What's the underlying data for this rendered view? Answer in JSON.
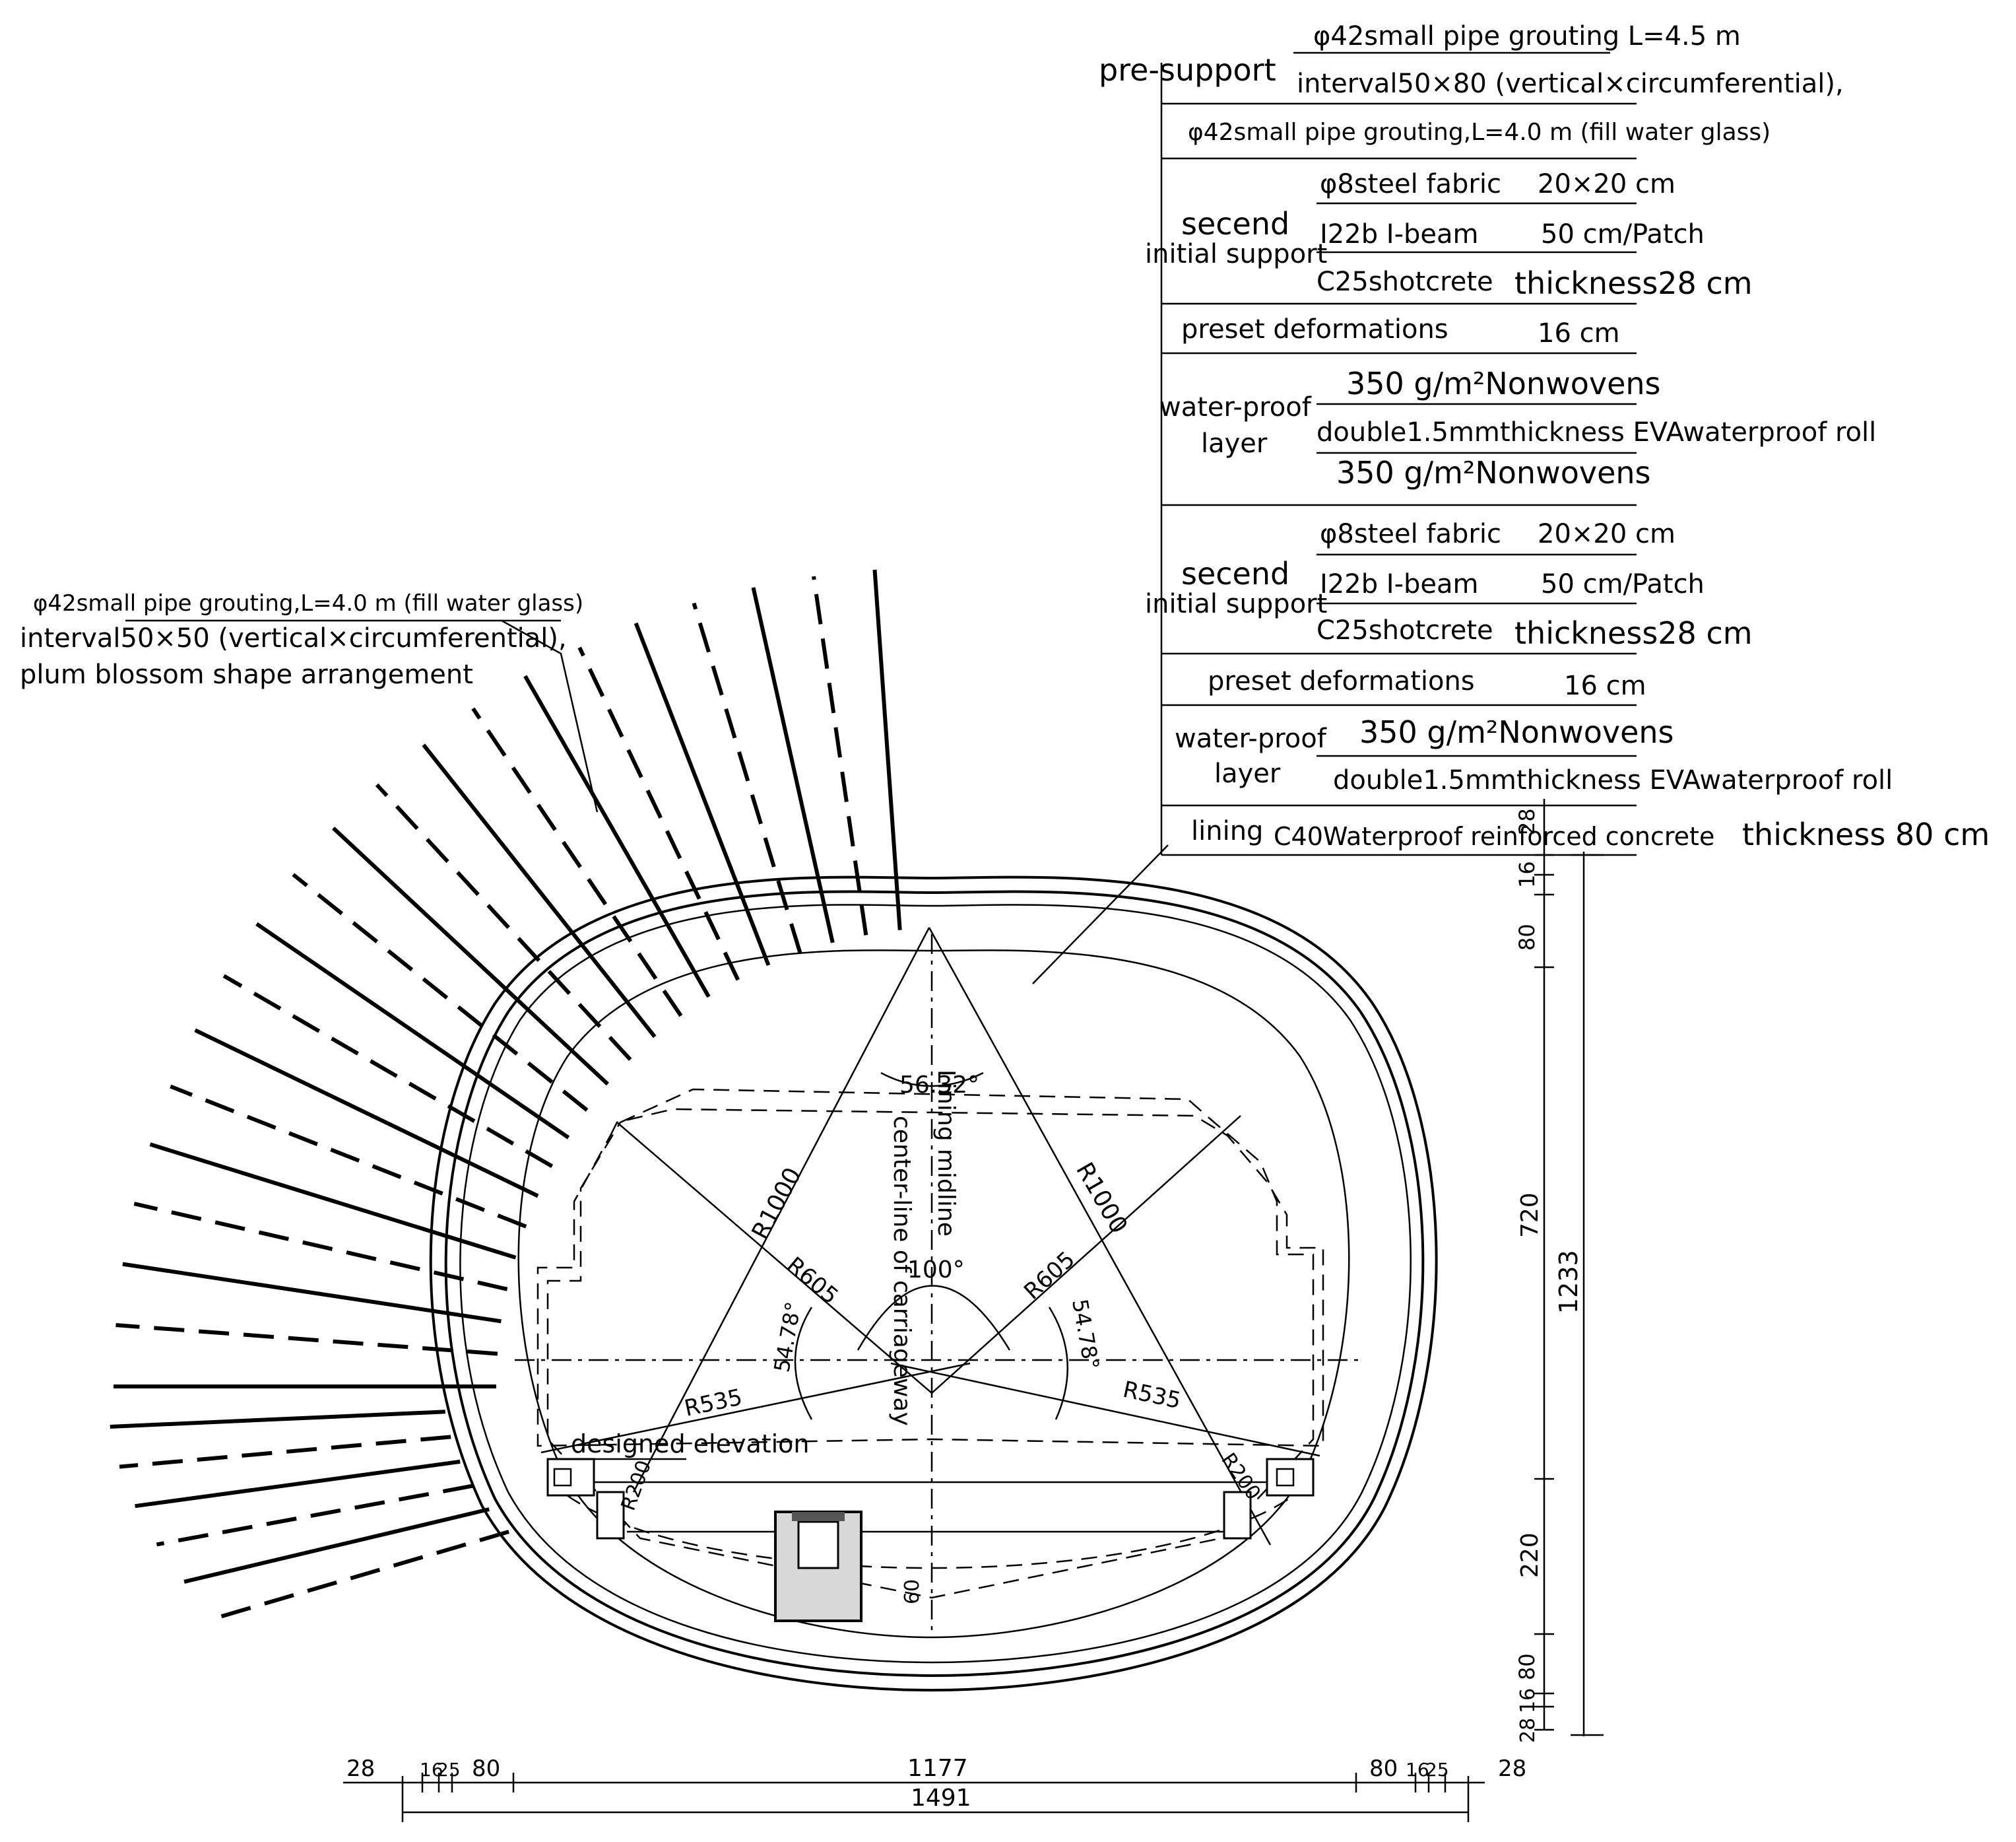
{
  "left_note": {
    "line1": "φ42small pipe grouting,L=4.0 m (fill water glass)",
    "line2": "interval50×50 (vertical×circumferential),",
    "line3": "plum blossom shape arrangement"
  },
  "spec_table": {
    "pre_support": {
      "label": "pre-support",
      "line1": "φ42small pipe grouting L=4.5 m",
      "line2": "interval50×80 (vertical×circumferential),"
    },
    "pipe_row": "φ42small pipe grouting,L=4.0 m (fill water glass)",
    "support1": {
      "label1": "secend",
      "label2": "initial support",
      "fabric": "φ8steel fabric",
      "fabric_val": "20×20 cm",
      "beam": "I22b I-beam",
      "beam_val": "50 cm/Patch",
      "shot": "C25shotcrete",
      "shot_val": "thickness28 cm"
    },
    "preset1": {
      "label": "preset deformations",
      "value": "16 cm"
    },
    "waterproof1": {
      "label1": "water-proof",
      "label2": "layer",
      "line1": "350 g/m²Nonwovens",
      "line2": "double1.5mmthickness EVAwaterproof roll",
      "line3": "350 g/m²Nonwovens"
    },
    "support2": {
      "label1": "secend",
      "label2": "initial support",
      "fabric": "φ8steel fabric",
      "fabric_val": "20×20 cm",
      "beam": "I22b I-beam",
      "beam_val": "50 cm/Patch",
      "shot": "C25shotcrete",
      "shot_val": "thickness28 cm"
    },
    "preset2": {
      "label": "preset deformations",
      "value": "16 cm"
    },
    "waterproof2": {
      "label1": "water-proof",
      "label2": "layer",
      "line1": "350 g/m²Nonwovens",
      "line2": "double1.5mmthickness EVAwaterproof roll"
    },
    "lining": {
      "label": "lining",
      "text": "C40Waterproof reinforced concrete",
      "thickness": "thickness 80 cm"
    }
  },
  "annotations": {
    "angle_top": "56.32°",
    "angle_left": "54.78°",
    "angle_right": "54.78°",
    "angle_center": "100°",
    "r1000_left": "R1000",
    "r1000_right": "R1000",
    "r605_left": "R605",
    "r605_right": "R605",
    "r535_left": "R535",
    "r535_right": "R535",
    "r200_left": "R200",
    "r200_right": "R200",
    "lining_midline": "Lining midline",
    "center_line": "center-line of carriageway",
    "designed_elevation": "designed elevation",
    "dim_60": "60"
  },
  "dimensions": {
    "vertical": {
      "d28_top": "28",
      "d16_top": "16",
      "d80_top": "80",
      "d720": "720",
      "d220": "220",
      "d80_bot": "80",
      "d16_bot": "16",
      "d28_bot": "28",
      "d1233": "1233"
    },
    "horizontal": {
      "d28_left": "28",
      "d16_left": "16",
      "d25_left": "25",
      "d80_left": "80",
      "d1177": "1177",
      "d80_right": "80",
      "d16_right": "16",
      "d25_right": "25",
      "d28_right": "28",
      "d1491": "1491"
    }
  }
}
